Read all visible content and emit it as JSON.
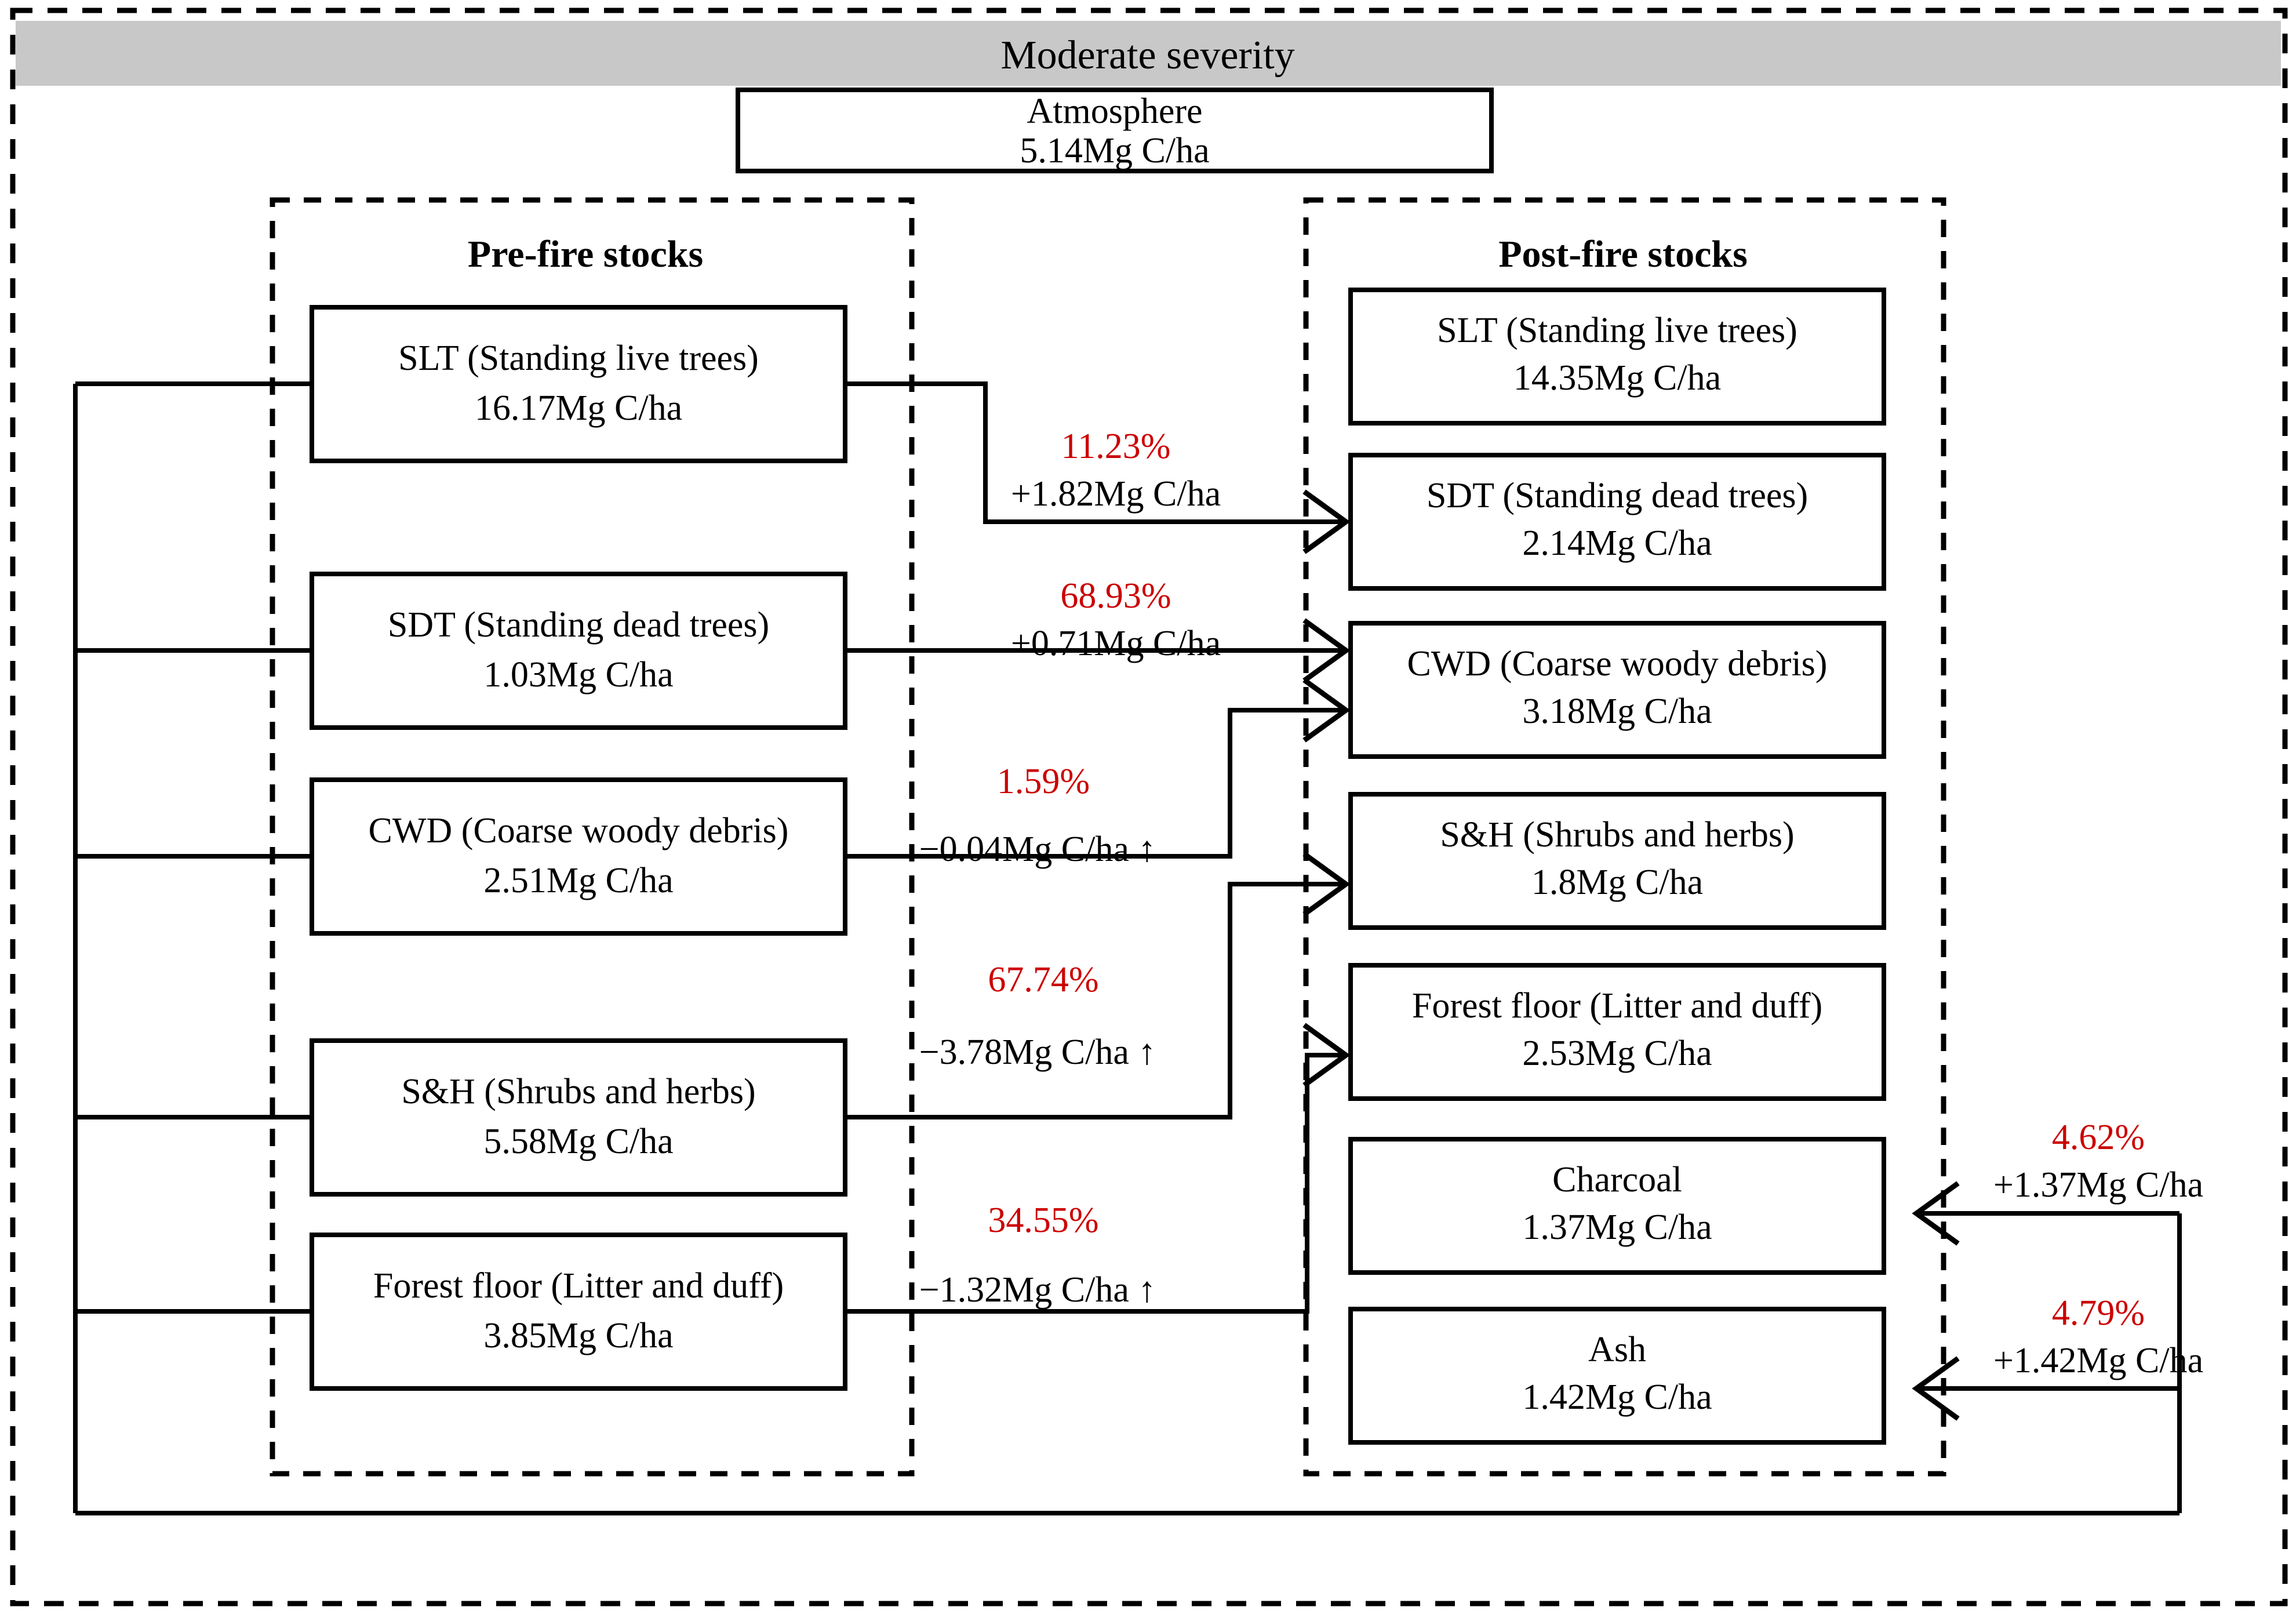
{
  "title_bar": {
    "text": "Moderate severity",
    "bg": "#c8c8c8"
  },
  "atmosphere": {
    "name": "Atmosphere",
    "value": "5.14Mg C/ha"
  },
  "panels": {
    "pre": "Pre-fire stocks",
    "post": "Post-fire stocks"
  },
  "colors": {
    "percent": "#cc0000",
    "amount": "#000000",
    "line": "#000000",
    "band": "#c8c8c8"
  },
  "pre_stocks": [
    {
      "name": "SLT (Standing live trees)",
      "value": "16.17Mg C/ha"
    },
    {
      "name": "SDT (Standing dead trees)",
      "value": "1.03Mg C/ha"
    },
    {
      "name": "CWD (Coarse woody debris)",
      "value": "2.51Mg C/ha"
    },
    {
      "name": "S&H (Shrubs and herbs)",
      "value": "5.58Mg C/ha"
    },
    {
      "name": "Forest floor (Litter and duff)",
      "value": "3.85Mg C/ha"
    }
  ],
  "post_stocks": [
    {
      "name": "SLT (Standing live trees)",
      "value": "14.35Mg C/ha"
    },
    {
      "name": "SDT (Standing dead trees)",
      "value": "2.14Mg C/ha"
    },
    {
      "name": "CWD (Coarse woody debris)",
      "value": "3.18Mg C/ha"
    },
    {
      "name": "S&H (Shrubs and herbs)",
      "value": "1.8Mg C/ha"
    },
    {
      "name": "Forest floor (Litter and duff)",
      "value": "2.53Mg C/ha"
    },
    {
      "name": "Charcoal",
      "value": "1.37Mg C/ha"
    },
    {
      "name": "Ash",
      "value": "1.42Mg C/ha"
    }
  ],
  "flows": [
    {
      "id": "slt-to-sdt",
      "percent": "11.23%",
      "amount": "+1.82Mg C/ha"
    },
    {
      "id": "sdt-to-cwd",
      "percent": "68.93%",
      "amount": "+0.71Mg C/ha"
    },
    {
      "id": "cwd-to-cwd",
      "percent": "1.59%",
      "amount": "−0.04Mg C/ha ↑"
    },
    {
      "id": "sh-to-ff",
      "percent": "67.74%",
      "amount": "−3.78Mg C/ha ↑"
    },
    {
      "id": "ff-to-ff",
      "percent": "34.55%",
      "amount": "−1.32Mg C/ha ↑"
    },
    {
      "id": "atm-to-charcoal",
      "percent": "4.62%",
      "amount": "+1.37Mg C/ha"
    },
    {
      "id": "atm-to-ash",
      "percent": "4.79%",
      "amount": "+1.42Mg C/ha"
    }
  ],
  "chart_data": {
    "type": "diagram",
    "title": "Moderate severity",
    "units": "Mg C/ha",
    "nodes": [
      {
        "group": "atmosphere",
        "label": "Atmosphere",
        "value": 5.14
      },
      {
        "group": "pre",
        "label": "SLT (Standing live trees)",
        "value": 16.17
      },
      {
        "group": "pre",
        "label": "SDT (Standing dead trees)",
        "value": 1.03
      },
      {
        "group": "pre",
        "label": "CWD (Coarse woody debris)",
        "value": 2.51
      },
      {
        "group": "pre",
        "label": "S&H (Shrubs and herbs)",
        "value": 5.58
      },
      {
        "group": "pre",
        "label": "Forest floor (Litter and duff)",
        "value": 3.85
      },
      {
        "group": "post",
        "label": "SLT (Standing live trees)",
        "value": 14.35
      },
      {
        "group": "post",
        "label": "SDT (Standing dead trees)",
        "value": 2.14
      },
      {
        "group": "post",
        "label": "CWD (Coarse woody debris)",
        "value": 3.18
      },
      {
        "group": "post",
        "label": "S&H (Shrubs and herbs)",
        "value": 1.8
      },
      {
        "group": "post",
        "label": "Forest floor (Litter and duff)",
        "value": 2.53
      },
      {
        "group": "post",
        "label": "Charcoal",
        "value": 1.37
      },
      {
        "group": "post",
        "label": "Ash",
        "value": 1.42
      }
    ],
    "edges": [
      {
        "from": "SLT (Standing live trees)",
        "to": "SDT (Standing dead trees)",
        "percent": 11.23,
        "delta": 1.82
      },
      {
        "from": "SDT (Standing dead trees)",
        "to": "CWD (Coarse woody debris)",
        "percent": 68.93,
        "delta": 0.71
      },
      {
        "from": "CWD (Coarse woody debris)",
        "to": "CWD (Coarse woody debris)",
        "percent": 1.59,
        "delta": -0.04
      },
      {
        "from": "S&H (Shrubs and herbs)",
        "to": "Forest floor (Litter and duff)",
        "percent": 67.74,
        "delta": -3.78
      },
      {
        "from": "Forest floor (Litter and duff)",
        "to": "Forest floor (Litter and duff)",
        "percent": 34.55,
        "delta": -1.32
      },
      {
        "from": "Atmosphere",
        "to": "Charcoal",
        "percent": 4.62,
        "delta": 1.37
      },
      {
        "from": "Atmosphere",
        "to": "Ash",
        "percent": 4.79,
        "delta": 1.42
      }
    ]
  }
}
